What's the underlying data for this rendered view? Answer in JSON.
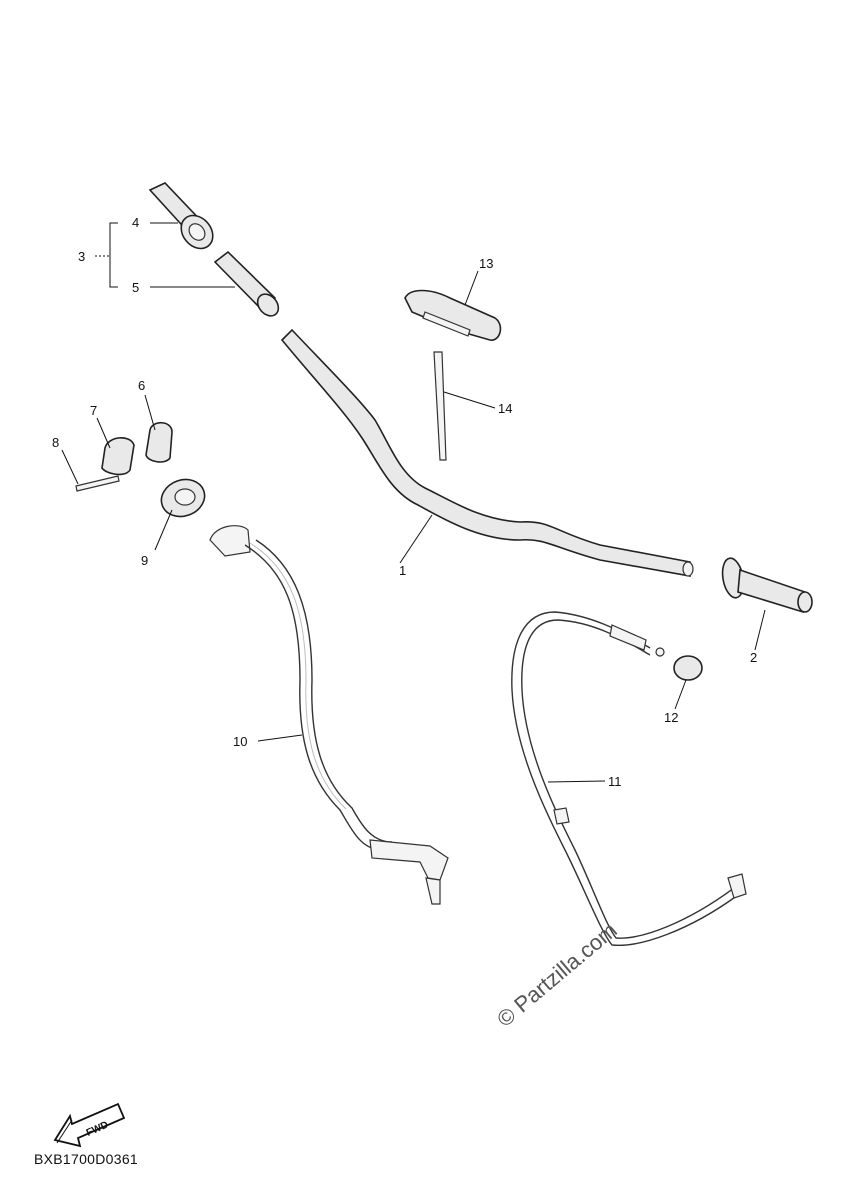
{
  "diagram_code": "BXB1700D0361",
  "watermark": "© Partzilla.com",
  "fwd_label": "FWD",
  "callouts": [
    {
      "id": "c1",
      "text": "1"
    },
    {
      "id": "c2",
      "text": "2"
    },
    {
      "id": "c3",
      "text": "3"
    },
    {
      "id": "c4",
      "text": "4"
    },
    {
      "id": "c5",
      "text": "5"
    },
    {
      "id": "c6",
      "text": "6"
    },
    {
      "id": "c7",
      "text": "7"
    },
    {
      "id": "c8",
      "text": "8"
    },
    {
      "id": "c9",
      "text": "9"
    },
    {
      "id": "c10",
      "text": "10"
    },
    {
      "id": "c11",
      "text": "11"
    },
    {
      "id": "c12",
      "text": "12"
    },
    {
      "id": "c13",
      "text": "13"
    },
    {
      "id": "c14",
      "text": "14"
    }
  ]
}
